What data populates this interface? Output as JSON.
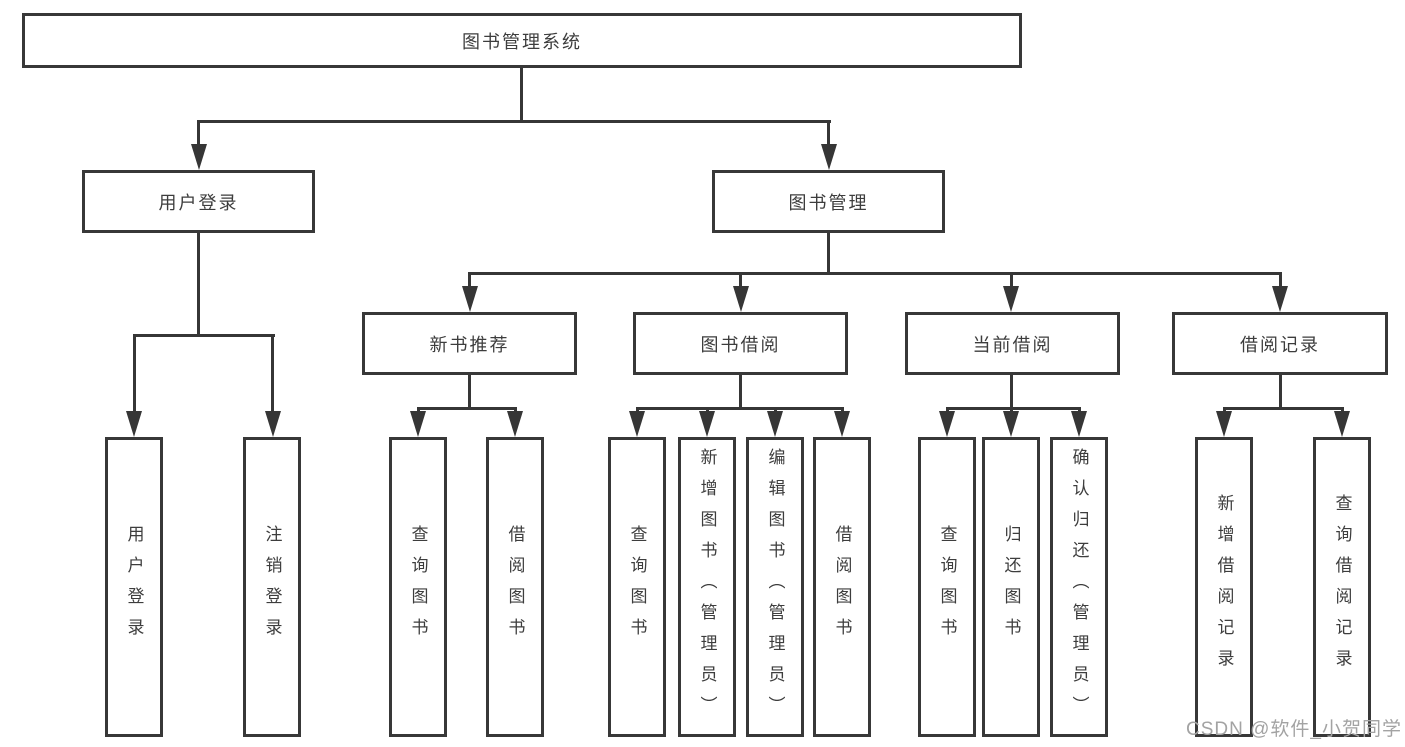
{
  "diagram": {
    "root": {
      "label": "图书管理系统"
    },
    "level2": [
      {
        "label": "用户登录"
      },
      {
        "label": "图书管理"
      }
    ],
    "level3": [
      {
        "label": "新书推荐"
      },
      {
        "label": "图书借阅"
      },
      {
        "label": "当前借阅"
      },
      {
        "label": "借阅记录"
      }
    ],
    "leaves": [
      {
        "label": "用户登录",
        "parent": "用户登录"
      },
      {
        "label": "注销登录",
        "parent": "用户登录"
      },
      {
        "label": "查询图书",
        "parent": "新书推荐"
      },
      {
        "label": "借阅图书",
        "parent": "新书推荐"
      },
      {
        "label": "查询图书",
        "parent": "图书借阅"
      },
      {
        "label": "新增图书（管理员）",
        "parent": "图书借阅"
      },
      {
        "label": "编辑图书（管理员）",
        "parent": "图书借阅"
      },
      {
        "label": "借阅图书",
        "parent": "图书借阅"
      },
      {
        "label": "查询图书",
        "parent": "当前借阅"
      },
      {
        "label": "归还图书",
        "parent": "当前借阅"
      },
      {
        "label": "确认归还（管理员）",
        "parent": "当前借阅"
      },
      {
        "label": "新增借阅记录",
        "parent": "借阅记录"
      },
      {
        "label": "查询借阅记录",
        "parent": "借阅记录"
      }
    ]
  },
  "watermark": {
    "text": "CSDN @软件_小贺同学"
  },
  "colors": {
    "line": "#363636",
    "box_border": "#383838",
    "text": "#3d3d3d",
    "watermark": "#a3a3a3",
    "background": "#ffffff"
  }
}
